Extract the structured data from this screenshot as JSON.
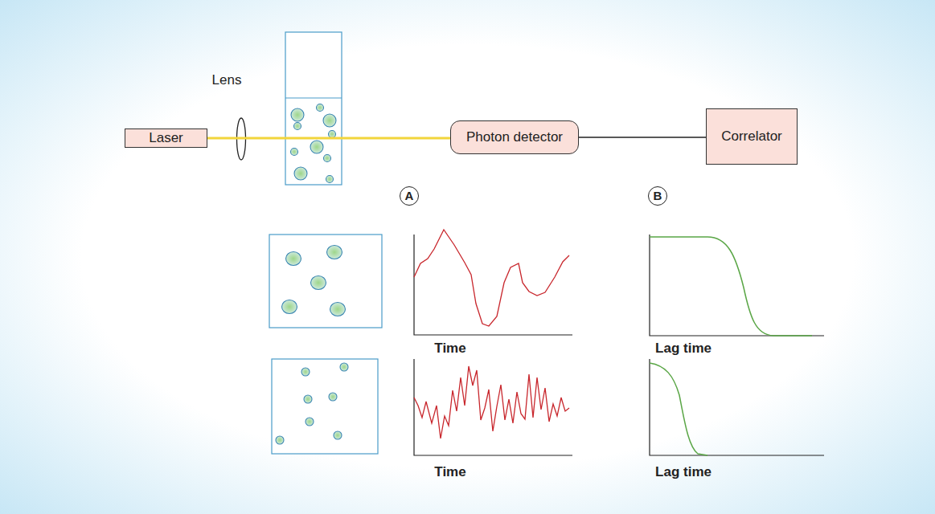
{
  "diagram": {
    "nodes": [
      {
        "text": [
          "Laser"
        ]
      },
      {
        "text": [
          "Photon detector"
        ]
      },
      {
        "text": [
          "Correlator"
        ]
      }
    ],
    "edges": [
      {
        "from": 0,
        "to": 1,
        "arrow": "none"
      },
      {
        "from": 1,
        "to": 2,
        "arrow": "none"
      }
    ],
    "labels": [
      "Lens",
      "A",
      "B",
      "Time",
      "Lag time",
      "Time",
      "Lag time"
    ]
  }
}
